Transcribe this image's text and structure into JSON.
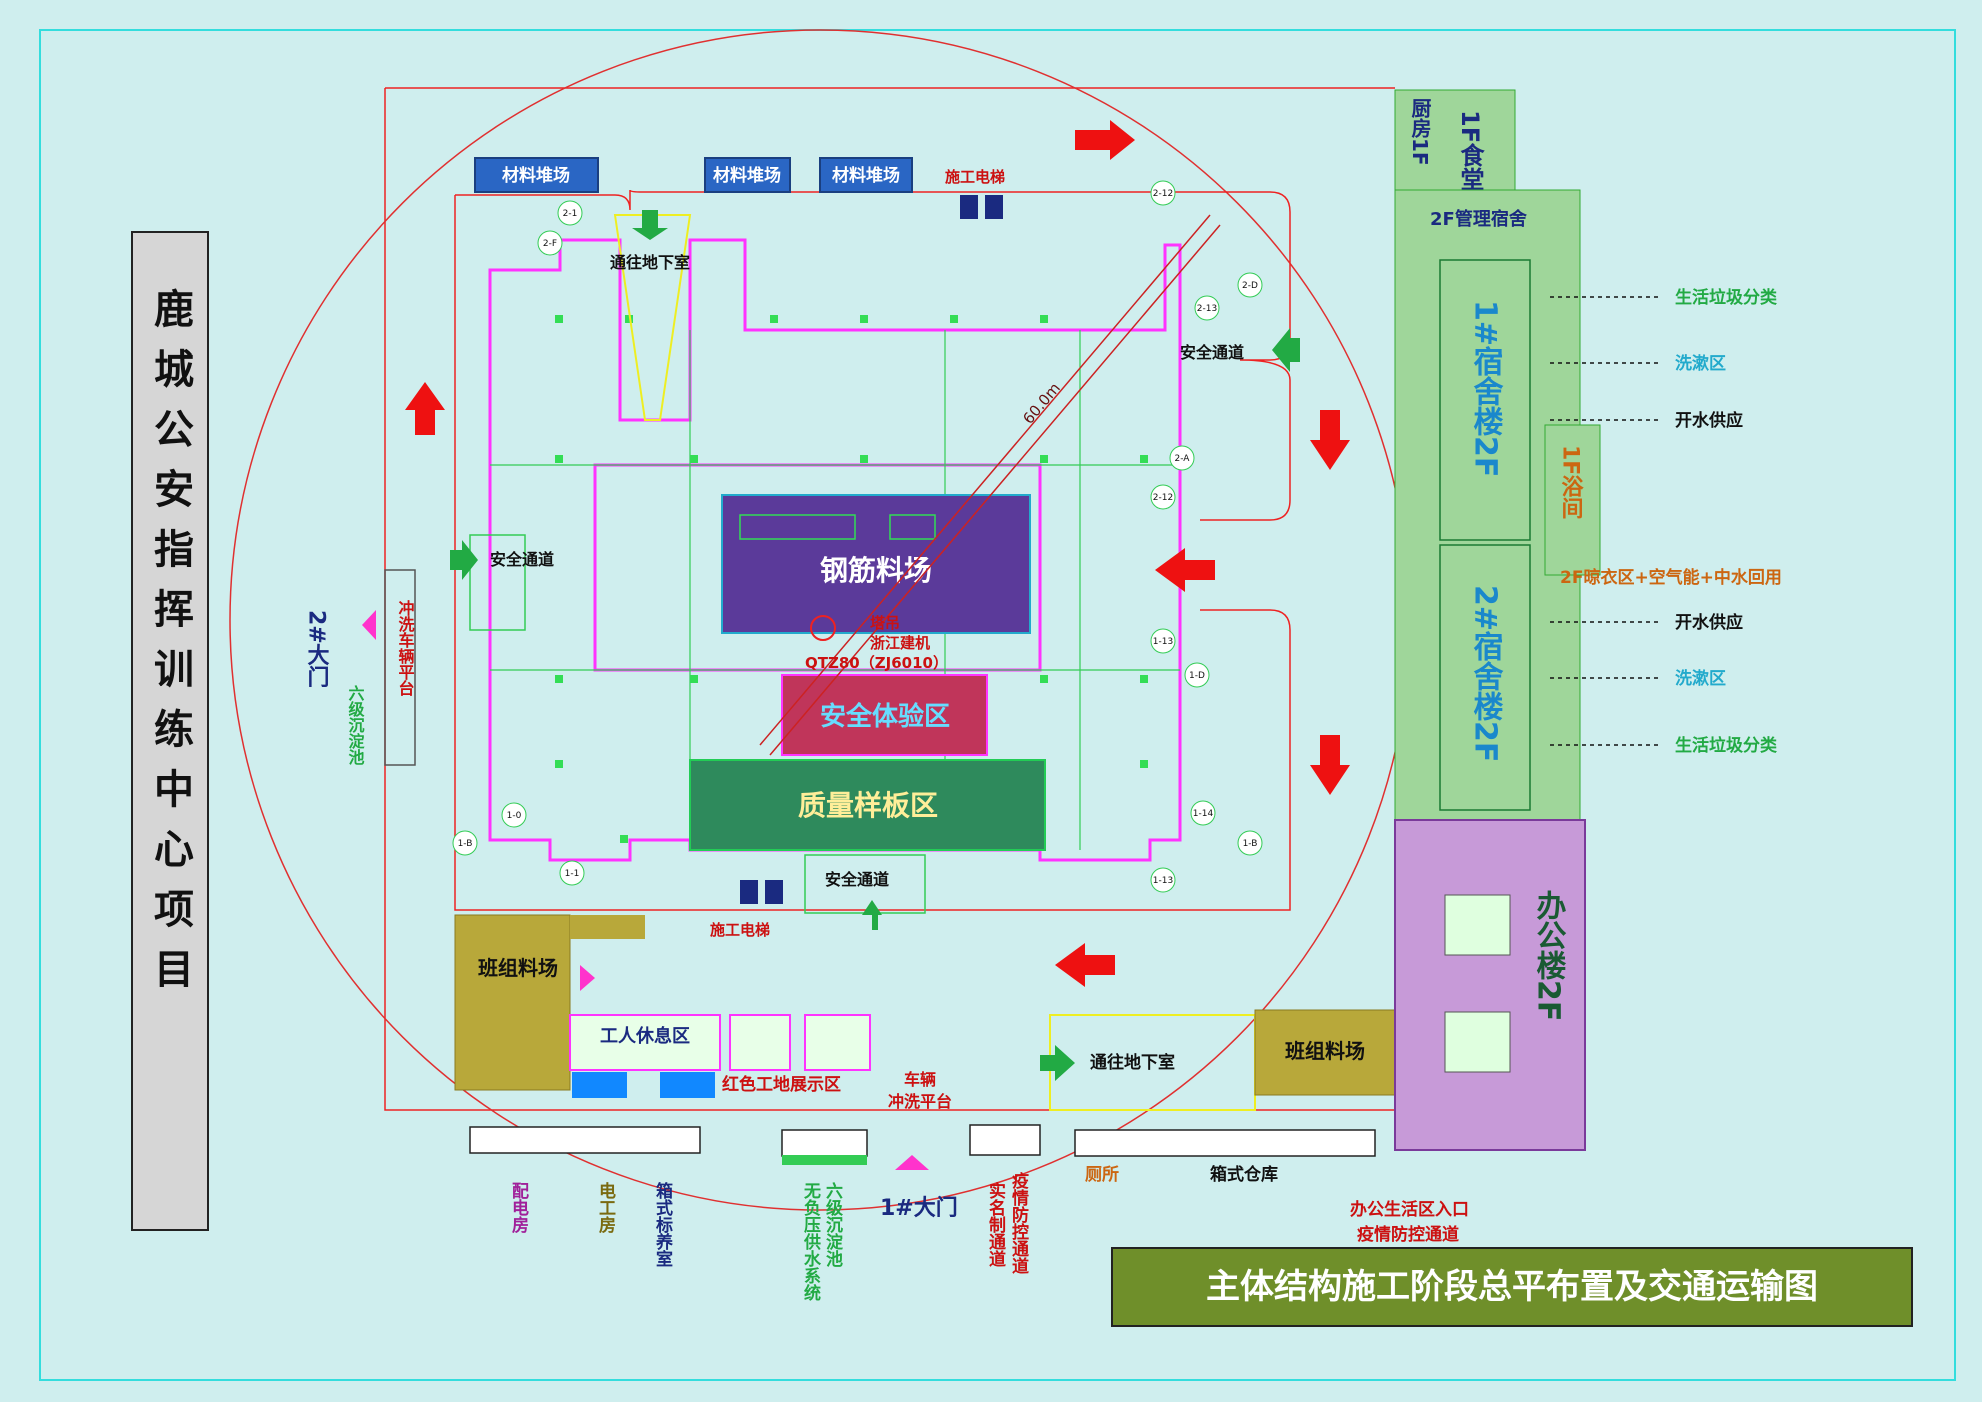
{
  "project_title": "鹿城公安指挥训练中心项目",
  "drawing_title": "主体结构施工阶段总平布置及交通运输图",
  "tower_crane": {
    "label": "塔吊",
    "maker": "浙江建机",
    "model": "QTZ80（ZJ6010）",
    "radius": "60.0m"
  },
  "zones": {
    "rebar_yard": "钢筋料场",
    "safety_exp": "安全体验区",
    "quality_sample": "质量样板区",
    "material_yard": "材料堆场",
    "team_yard": "班组料场",
    "worker_rest": "工人休息区",
    "red_site_display": "红色工地展示区",
    "to_basement": "通往地下室",
    "to_basement_v": "通往地下室",
    "safety_channel": "安全通道",
    "construction_elevator": "施工电梯"
  },
  "gates": {
    "gate1": "1#大门",
    "gate2": "2#大门",
    "wash1": "车辆冲洗平台",
    "wash2": "冲洗车辆平台",
    "sediment_tank": "六级沉淀池"
  },
  "bottom_facilities": {
    "power_room": "配电房",
    "electrician_room": "电工房",
    "standard_room": "箱式标养室",
    "water_supply": "无负压供水系统",
    "sediment": "六级沉淀池",
    "realname": "实名制通道",
    "epidemic": "疫情防控通道",
    "toilet": "厕所",
    "container_warehouse": "箱式仓库",
    "office_entrance": "办公生活区入口",
    "epidemic_channel": "疫情防控通道"
  },
  "living_area": {
    "kitchen": "厨房1F",
    "canteen": "1F食堂",
    "mgmt_dorm": "2F管理宿舍",
    "dorm1": "1#宿舍楼2F",
    "dorm2": "2#宿舍楼2F",
    "bath": "1F浴间",
    "drying": "2F晾衣区+空气能+中水回用",
    "office": "办公楼2F",
    "annotations": [
      "生活垃圾分类",
      "洗漱区",
      "开水供应",
      "开水供应",
      "洗漱区",
      "生活垃圾分类"
    ]
  },
  "grid_labels": [
    "2-1",
    "2-F",
    "2-12",
    "2-D",
    "2-13",
    "2-A",
    "2-12",
    "1-13",
    "1-D",
    "1-14",
    "1-B",
    "1-13",
    "1-0",
    "1-B",
    "1-1"
  ],
  "colors": {
    "background": "#cfeeee",
    "rebar": "#5b3a9a",
    "safety_exp": "#c0355a",
    "quality": "#2e8a5c",
    "team_yard": "#b8a83a",
    "living_green": "#9fd69a",
    "office_purple": "#c79ad8",
    "title_bg": "#6f8f2a",
    "building_outline": "#ff33ff",
    "arrow_red": "#ee1111"
  }
}
